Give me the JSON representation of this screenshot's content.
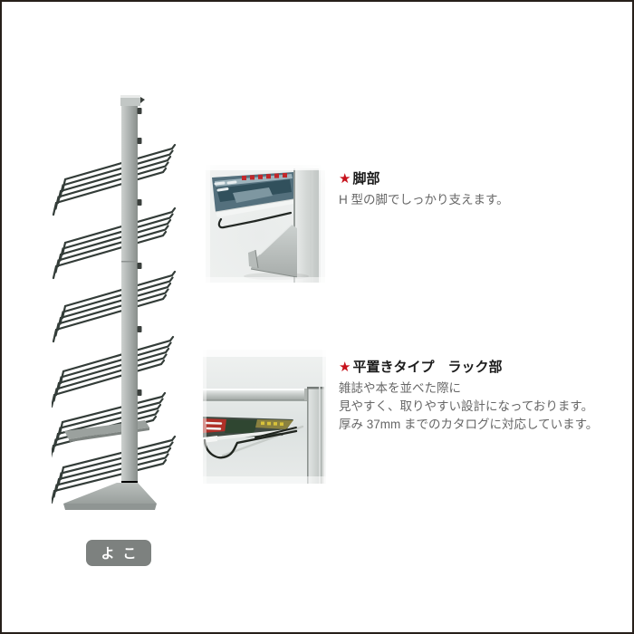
{
  "page": {
    "background": "#ffffff",
    "border_color": "#261f1a"
  },
  "rack_photo": {
    "badge_label": "よこ",
    "description_icons": [
      "magazine-rack-side-view-photo"
    ]
  },
  "annotations": [
    {
      "star": "★",
      "title": "脚部",
      "lines": [
        "H 型の脚でしっかり支えます。"
      ]
    },
    {
      "star": "★",
      "title": "平置きタイプ　ラック部",
      "lines": [
        "雑誌や本を並べた際に",
        "見やすく、取りやすい設計になっております。",
        "厚み 37mm までのカタログに対応しています。"
      ]
    }
  ],
  "colors": {
    "accent_red": "#c7121c",
    "title_text": "#1b1b1b",
    "body_text": "#676767",
    "badge_gray": "#7d817f",
    "metal_gray": "#aeb3b1",
    "wire_dark": "#333c38"
  }
}
